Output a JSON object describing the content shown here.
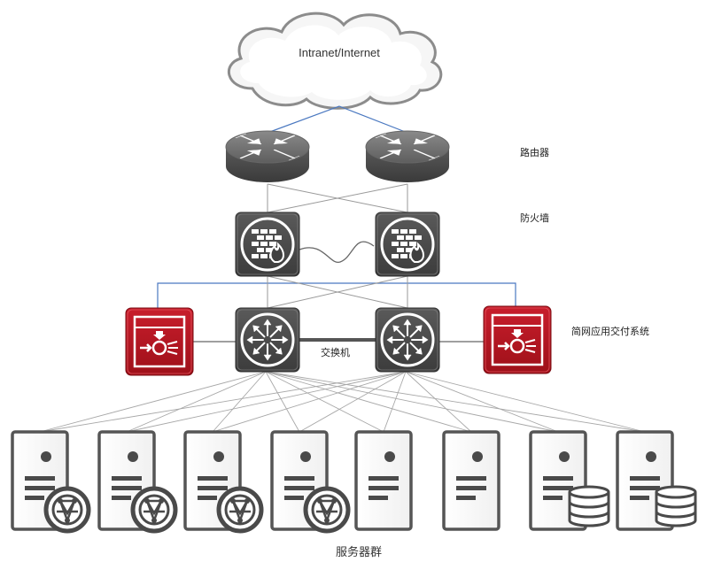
{
  "cloud": {
    "label": "Intranet/Internet"
  },
  "layers": {
    "router": {
      "label": "路由器"
    },
    "firewall": {
      "label": "防火墙"
    },
    "switch": {
      "label": "交换机"
    },
    "adc": {
      "label": "简网应用交付系统"
    },
    "servers": {
      "label": "服务器群"
    }
  },
  "servers": [
    {
      "badge": "globe"
    },
    {
      "badge": "globe"
    },
    {
      "badge": "globe"
    },
    {
      "badge": "globe"
    },
    {
      "badge": "none"
    },
    {
      "badge": "none"
    },
    {
      "badge": "database"
    },
    {
      "badge": "database"
    }
  ],
  "colors": {
    "dark_device": "#4a4a4a",
    "adc_red": "#b51522",
    "link_blue": "#4a78c0",
    "link_gray": "#9a9a9a"
  }
}
